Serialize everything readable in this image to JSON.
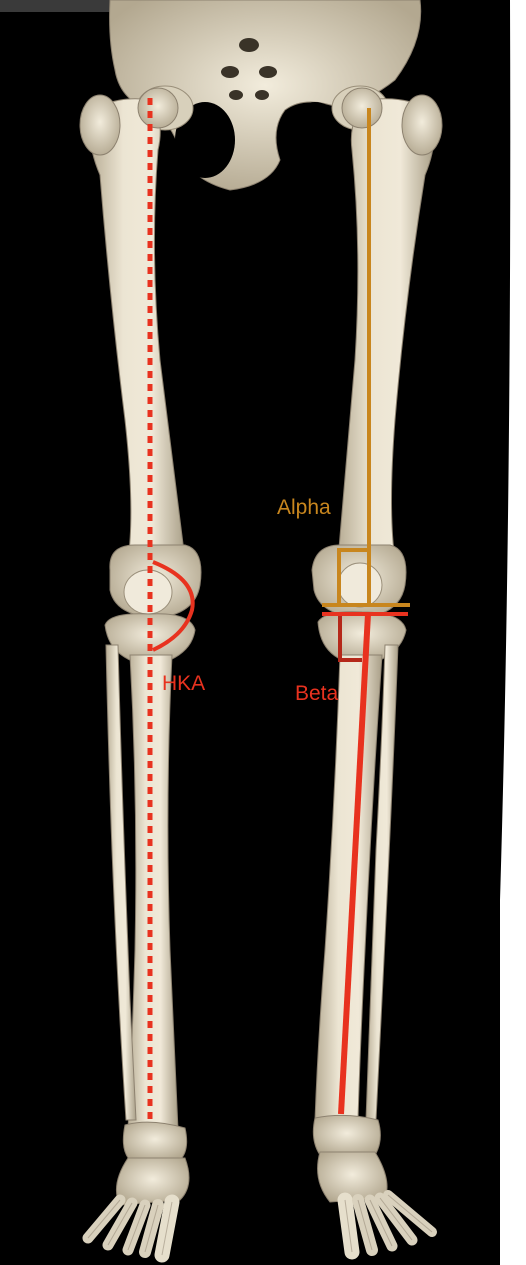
{
  "labels": {
    "hka": "HKA",
    "alpha": "Alpha",
    "beta": "Beta"
  },
  "colors": {
    "background": "#000000",
    "bone": "#e9e1cf",
    "bone_shadow": "#b9ae96",
    "bone_outline": "#8d8270",
    "hka_line": "#e8321f",
    "alpha_line": "#c8861e",
    "beta_line": "#e8321f",
    "beta_box": "#b5281a"
  }
}
